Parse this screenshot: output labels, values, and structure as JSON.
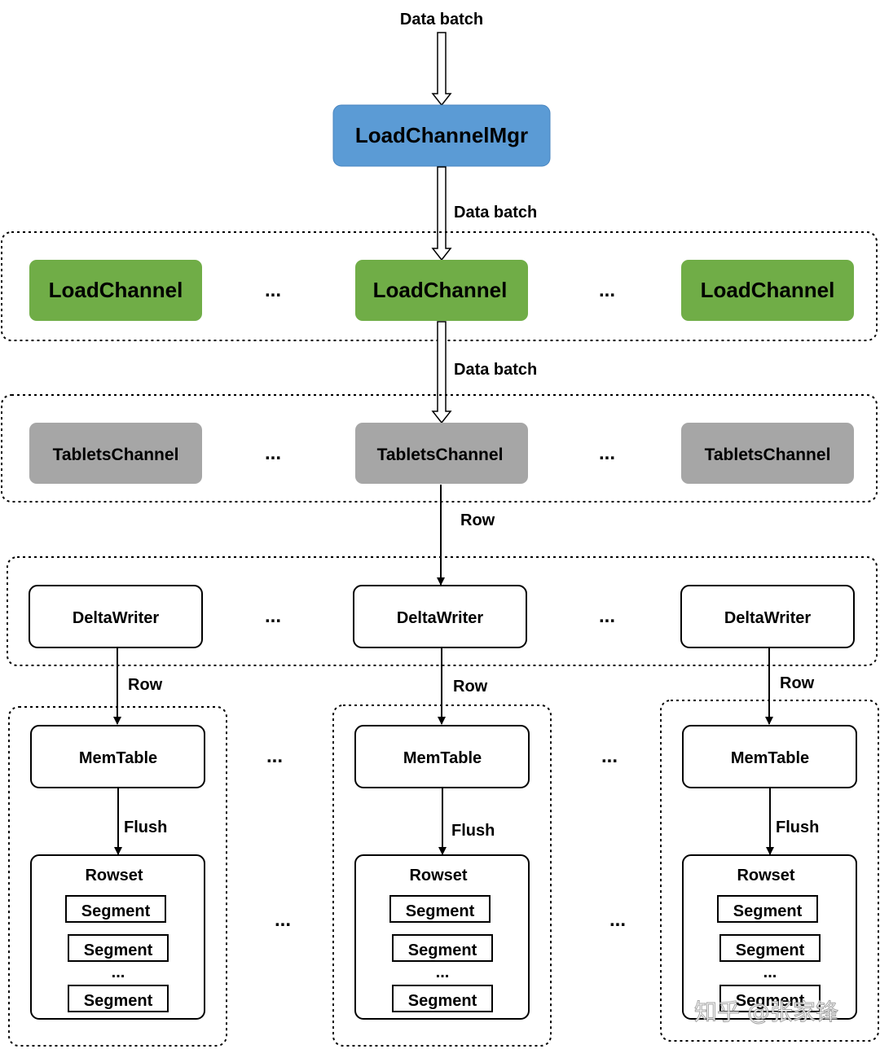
{
  "labels": {
    "data_batch": "Data batch",
    "row": "Row",
    "flush": "Flush",
    "ellipsis": "...",
    "rowset": "Rowset",
    "segment": "Segment"
  },
  "nodes": {
    "load_channel_mgr": "LoadChannelMgr",
    "load_channel": "LoadChannel",
    "tablets_channel": "TabletsChannel",
    "delta_writer": "DeltaWriter",
    "mem_table": "MemTable"
  },
  "colors": {
    "load_channel_mgr": "#5b9bd5",
    "load_channel": "#70ad47",
    "tablets_channel": "#a6a6a6"
  },
  "watermark": "知乎 @张家锋"
}
